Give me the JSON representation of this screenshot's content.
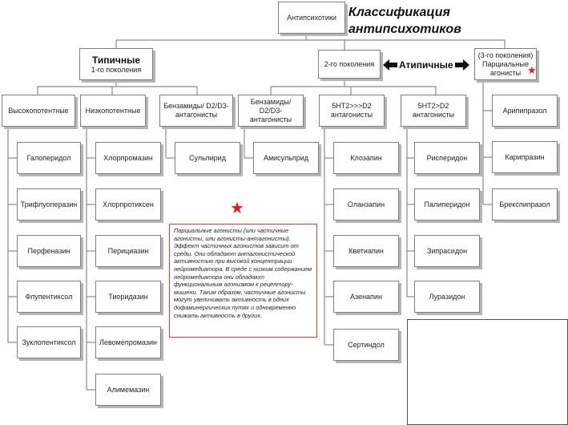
{
  "title": {
    "line1": "Классификация",
    "line2": "антипсихотиков"
  },
  "root": {
    "label": "Антипсихотики"
  },
  "typical": {
    "heading": "Типичные",
    "subheading": "1-го поколения",
    "classes": [
      {
        "label": "Высокопотентные",
        "drugs": [
          "Галоперидол",
          "Трифлуоперазин",
          "Перфеназин",
          "Флупентиксол",
          "Зуклопентиксол"
        ]
      },
      {
        "label": "Низкопотентные",
        "drugs": [
          "Хлорпромазин",
          "Хлорпротиксен",
          "Перициазин",
          "Тиоридазин",
          "Левомепромазин",
          "Алимемазин"
        ]
      },
      {
        "label": "Бензамиды/ D2/D3-антагонисты",
        "drugs": [
          "Сульпирид"
        ]
      }
    ]
  },
  "atypical": {
    "label": "2-го поколения",
    "arrow_label": "Атипичные",
    "classes": [
      {
        "label": "Бензамиды/ D2/D3-антагонисты",
        "drugs": [
          "Амисульприд"
        ]
      },
      {
        "label": "5HT2>>>D2 антагонисты",
        "drugs": [
          "Клозапин",
          "Оланзапин",
          "Кветиапин",
          "Азенапин",
          "Сертиндол"
        ]
      },
      {
        "label": "5HT2>D2 антагонисты",
        "drugs": [
          "Рисперидон",
          "Палиперидон",
          "Зипрасидон",
          "Луразидон"
        ]
      }
    ]
  },
  "third": {
    "line1": "(3-го поколения)",
    "line2": "Парциальные агонисты",
    "drugs": [
      "Арипипразол",
      "Карипразин",
      "Брекспипразол"
    ]
  },
  "note": {
    "text": "Парциальные агонисты (или частичные агонисты, или агонисты-антагонисты). Эффект частичных агонистов зависит от среды. Они обладают антагонистической активностью при высокой концентрации нейромедиатора. В среде с низким содержанием нейромедиатора они обладают функциональным агонизмом к рецептору-мишени. Таким образом, частичные агонисты могут увеличивать активность в одних дофаминергических путях и одновременно снижать активность в других."
  },
  "colors": {
    "star": "#e21b1b",
    "note_border": "#d63a3a",
    "line": "#8a8a8a"
  }
}
